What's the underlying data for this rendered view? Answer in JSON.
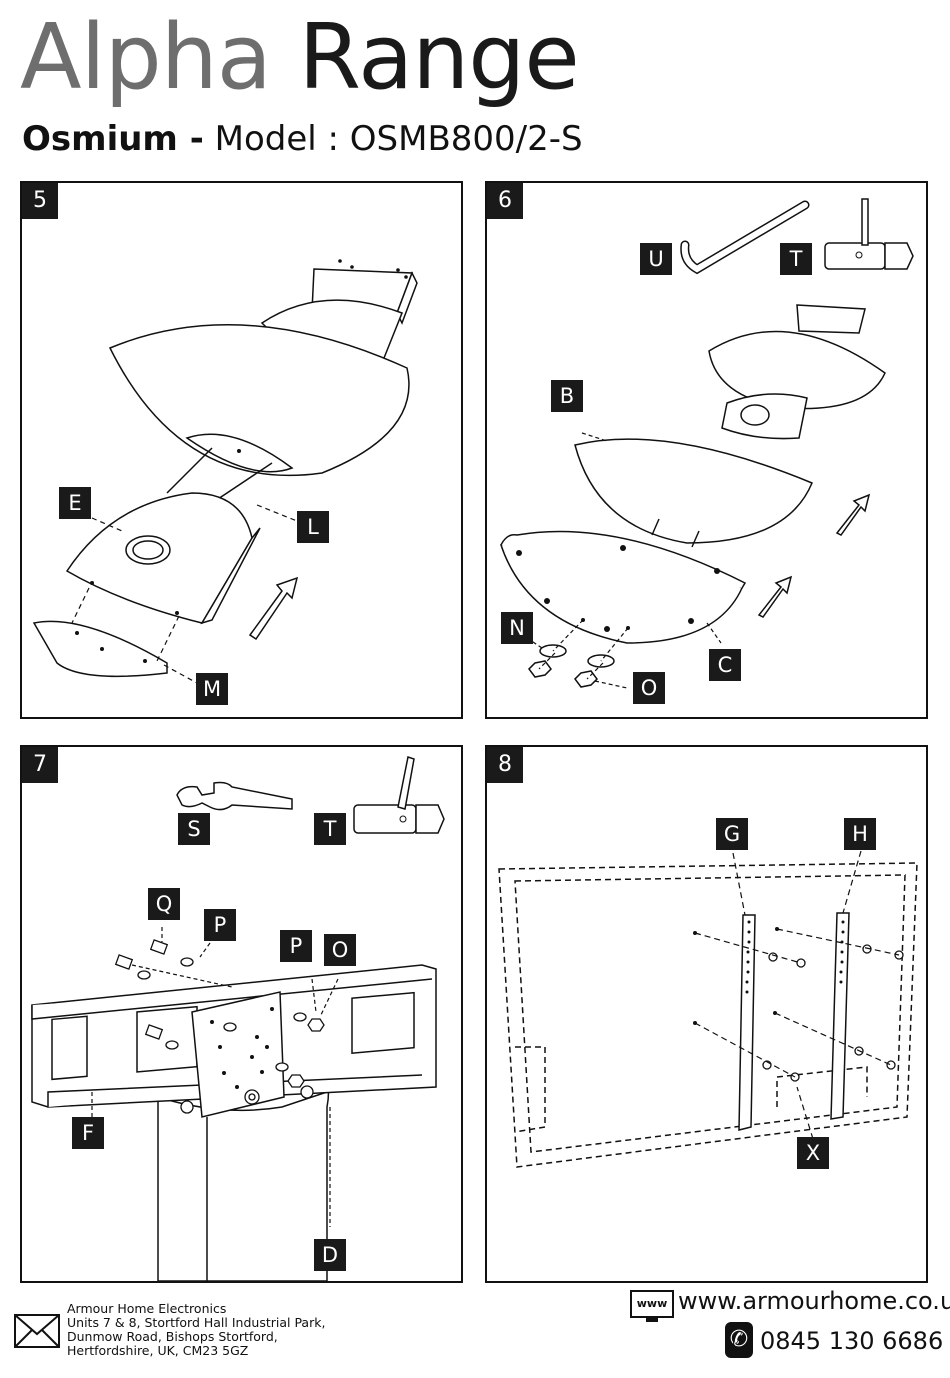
{
  "header": {
    "title_light": "Alpha",
    "title_dark": "Range",
    "subtitle_bold": "Osmium -",
    "subtitle_rest": "Model : OSMB800/2-S"
  },
  "steps": [
    {
      "number": "5",
      "labels": [
        "E",
        "L",
        "M"
      ]
    },
    {
      "number": "6",
      "labels": [
        "U",
        "T",
        "B",
        "N",
        "C",
        "O"
      ]
    },
    {
      "number": "7",
      "labels": [
        "S",
        "T",
        "Q",
        "P",
        "P",
        "O",
        "F",
        "D"
      ]
    },
    {
      "number": "8",
      "labels": [
        "G",
        "H",
        "X"
      ]
    }
  ],
  "footer": {
    "address_lines": [
      "Armour Home Electronics",
      "Units 7 & 8, Stortford Hall Industrial Park,",
      "Dunmow Road, Bishops Stortford,",
      "Hertfordshire, UK, CM23 5GZ"
    ],
    "www_badge": "www",
    "website": "www.armourhome.co.uk",
    "phone": "0845 130 6686"
  },
  "icons": [
    "envelope-icon",
    "monitor-www-icon",
    "phone-icon"
  ]
}
